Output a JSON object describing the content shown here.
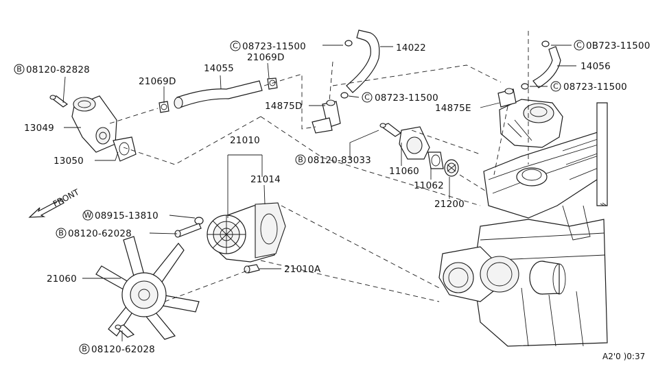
{
  "labels": {
    "bolt_82828": "08120-82828",
    "p13049": "13049",
    "p13050": "13050",
    "p21069d_left": "21069D",
    "p14055": "14055",
    "p21069d_right": "21069D",
    "clamp_top": "08723-11500",
    "p14022": "14022",
    "p14875d": "14875D",
    "clamp_mid": "08723-11500",
    "clamp_right_top": "0B723-11500",
    "p14056": "14056",
    "clamp_right_mid": "08723-11500",
    "p14875e": "14875E",
    "p21010": "21010",
    "p21014": "21014",
    "bolt_83033": "08120-83033",
    "p11060": "11060",
    "p11062": "11062",
    "p21200": "21200",
    "washer_13810": "08915-13810",
    "bolt_62028_a": "08120-62028",
    "p21010a": "21010A",
    "p21060": "21060",
    "bolt_62028_b": "08120-62028",
    "front": "FRONT",
    "ref_code": "A2'0 )0:37"
  },
  "badges": {
    "bolt": "B",
    "clamp": "C",
    "washer": "W"
  },
  "colors": {
    "line": "#1a1a1a",
    "background": "#ffffff"
  }
}
